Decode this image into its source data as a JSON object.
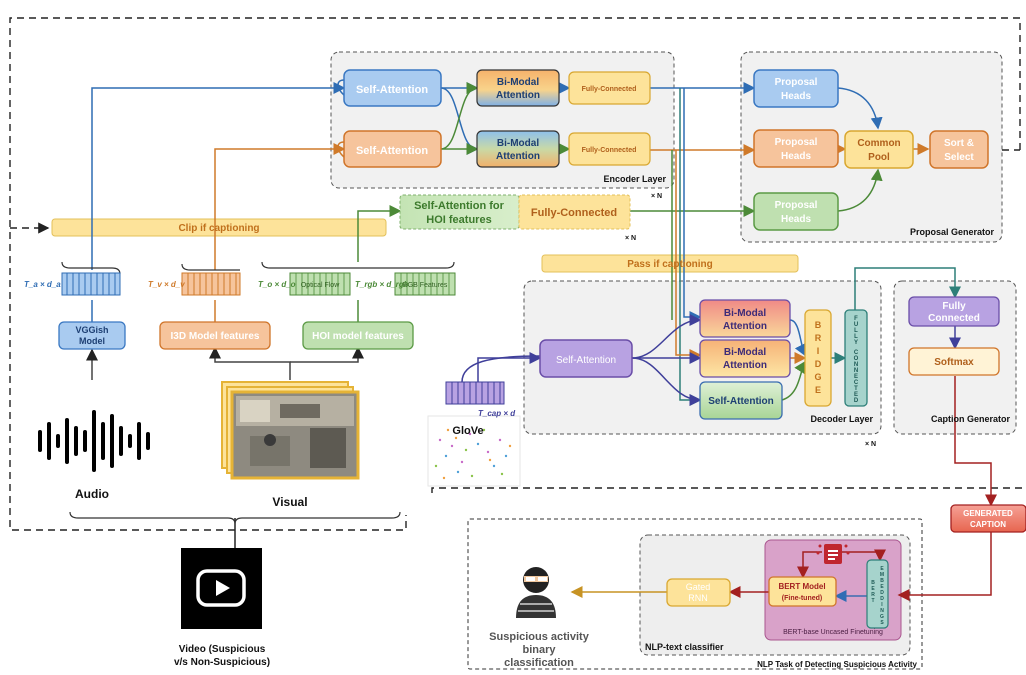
{
  "encoder": {
    "self_attention_1": "Self-Attention",
    "self_attention_2": "Self-Attention",
    "bimodal_1": [
      "Bi-Modal",
      "Attention"
    ],
    "bimodal_2": [
      "Bi-Modal",
      "Attention"
    ],
    "fc_1": "Fully-Connected",
    "fc_2": "Fully-Connected",
    "layer_label": "Encoder Layer",
    "times_n": "× N"
  },
  "hoi_branch": {
    "self_attention": [
      "Self-Attention for",
      "HOI features"
    ],
    "fc": "Fully-Connected",
    "times_n": "× N"
  },
  "proposal": {
    "heads_1": [
      "Proposal",
      "Heads"
    ],
    "heads_2": [
      "Proposal",
      "Heads"
    ],
    "heads_3": [
      "Proposal",
      "Heads"
    ],
    "common_pool": [
      "Common",
      "Pool"
    ],
    "sort_select": [
      "Sort &",
      "Select"
    ],
    "generator_label": "Proposal Generator"
  },
  "clip_bar": "Clip if captioning",
  "pass_bar": "Pass if captioning",
  "features": {
    "audio_dim": "T_a × d_a",
    "visual_dim": "T_v × d_v",
    "of_dim": "T_o × d_o",
    "rgb_dim": "T_rgb × d_rgb",
    "optical_flow": "Optical Flow",
    "rgb_features": "RGB Features",
    "vggish": [
      "VGGish",
      "Model"
    ],
    "i3d": "I3D Model features",
    "hoi": "HOI model features"
  },
  "inputs": {
    "audio": "Audio",
    "visual": "Visual",
    "video": [
      "Video (Suspicious",
      "v/s Non-Suspicious)"
    ],
    "glove": "GloVe",
    "glove_dim": "T_cap × d"
  },
  "decoder": {
    "self_attention": "Self-Attention",
    "bimodal_1": [
      "Bi-Modal",
      "Attention"
    ],
    "bimodal_2": [
      "Bi-Modal",
      "Attention"
    ],
    "self_attention_2": "Self-Attention",
    "bridge": [
      "B",
      "R",
      "I",
      "D",
      "G",
      "E"
    ],
    "fully_connected": [
      "F",
      "U",
      "L",
      "L",
      "Y",
      "",
      "C",
      "O",
      "N",
      "N",
      "E",
      "C",
      "T",
      "E",
      "D"
    ],
    "layer_label": "Decoder Layer",
    "times_n": "× N"
  },
  "caption_generator": {
    "fc": [
      "Fully",
      "Connected"
    ],
    "softmax": "Softmax",
    "label": "Caption Generator"
  },
  "generated_caption": [
    "GENERATED",
    "CAPTION"
  ],
  "nlp": {
    "bert_model": [
      "BERT Model",
      "(Fine-tuned)"
    ],
    "bert_embeddings_side": [
      "B",
      "E",
      "R",
      "T"
    ],
    "embeddings": [
      "E",
      "M",
      "B",
      "E",
      "D",
      "D",
      "I",
      "N",
      "G",
      "S"
    ],
    "bert_base_label": "BERT-base Uncased Finetuning",
    "gated_rnn": [
      "Gated",
      "RNN"
    ],
    "classifier_label": "NLP-text classifier",
    "task_label": "NLP Task of Detecting Suspicious Activity",
    "output": [
      "Suspicious activity",
      "binary",
      "classification"
    ]
  },
  "colors": {
    "blue_fill": "#a9cbf0",
    "blue_stroke": "#3a78c2",
    "orange_fill": "#f6c49c",
    "orange_stroke": "#d0752a",
    "green_fill": "#bfe0b0",
    "green_stroke": "#5b9a45",
    "yellow_fill": "#fde39a",
    "yellow_stroke": "#d9a730",
    "purple_fill": "#b8a2e2",
    "purple_stroke": "#6a4ea8",
    "teal_fill": "#a6d3cc",
    "teal_stroke": "#2d7f78",
    "red_fill": "#f28d82",
    "red_stroke": "#b83227",
    "bert_bg": "#d9a2c9"
  }
}
